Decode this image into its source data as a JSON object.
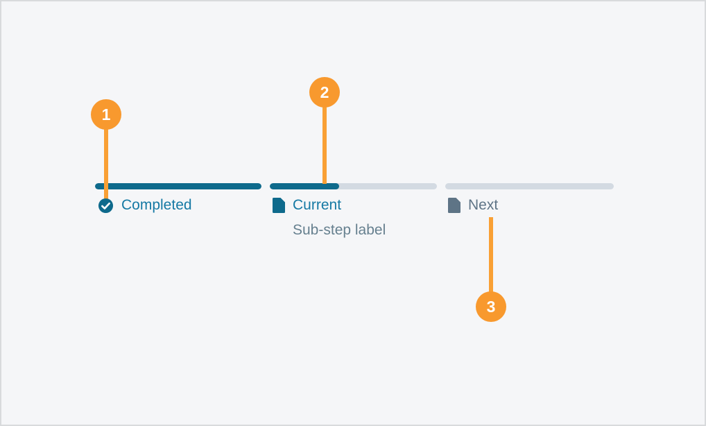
{
  "colors": {
    "page_bg": "#f5f6f8",
    "page_border": "#d8dadc",
    "primary": "#0e6a8c",
    "primary_text": "#1579a4",
    "track": "#d3dae2",
    "next_text": "#5e7486",
    "substep_text": "#66808f",
    "callout_orange": "#f8992e",
    "callout_line": "#f9a035"
  },
  "stepper": {
    "steps": [
      {
        "label": "Completed",
        "state": "completed",
        "icon": "check-circle-icon",
        "progress_percent": 100
      },
      {
        "label": "Current",
        "sublabel": "Sub-step label",
        "state": "current",
        "icon": "document-icon",
        "progress_percent": 41.5
      },
      {
        "label": "Next",
        "state": "next",
        "icon": "document-icon",
        "progress_percent": 0
      }
    ]
  },
  "callouts": [
    {
      "number": "1",
      "points_to": "completed-step-check-icon"
    },
    {
      "number": "2",
      "points_to": "current-step-progress-end"
    },
    {
      "number": "3",
      "points_to": "next-step-label"
    }
  ]
}
